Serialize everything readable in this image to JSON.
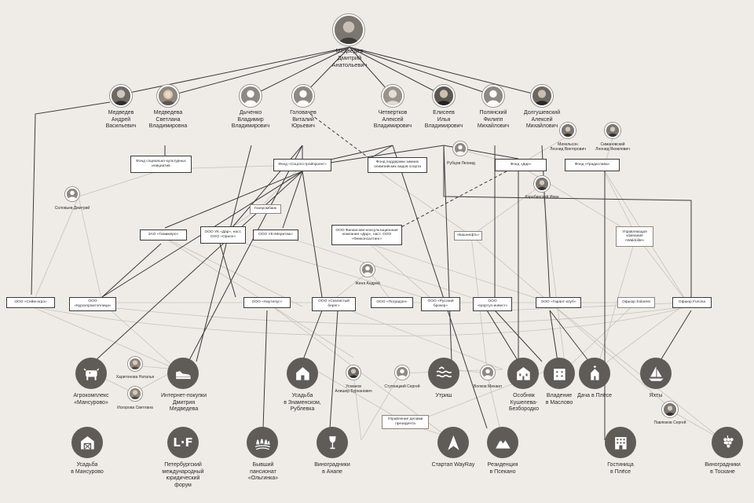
{
  "people": {
    "medvedev_da": "Медведев\nДмитрий\nАнатольевич",
    "medvedev_av": "Медведев\nАндрей\nВасильевич",
    "medvedeva_sv": "Медведева\nСветлана\nВладимировна",
    "dychenko": "Дыченко\nВладимир\nВладимирович",
    "golovachev": "Головачев\nВиталий\nЮрьевич",
    "chetverkov": "Четвертков\nАлексей\nВладимирович",
    "eliseev": "Елисеев\nИлья\nВладимирович",
    "polyansky": "Полянский\nФилипп\nМихайлович",
    "dolgushevsky": "Долгушевский\nАлексей\nМихайлович",
    "mikelson": "Михельсон\nЛеонид Викторович",
    "simanovsky": "Симановский\nЛеонид Яковлевич",
    "rubtsov": "Рубцов Леонид",
    "karabinsky": "Карабинский Иван",
    "solovyev": "Соловьев Дмитрий",
    "zhenya": "Женя Андрей",
    "kharitonova": "Харитонова Наталья",
    "iskorova": "Искорова Светлана",
    "usmanov": "Усманов\nАлишер Бурханович",
    "stupnitsky": "Ступницкий Сергей",
    "volkov": "Волков Михаил",
    "pavlyukov": "Павлюков Сергей"
  },
  "orgs": {
    "fond_social": "Фонд социально-культурных\nинициатив",
    "fond_sotsgrostroyekt": "Фонд «Соцгосстройпроект»",
    "fond_olymp": "Фонд поддержки зимних\nолимпийских видов спорта",
    "fond_dar": "Фонд «Дар»",
    "fond_gradislava": "Фонд «Градислава»",
    "gazprombank": "Газпромбанк",
    "zao_gomimpro": "ЗАО «Гомимпро»",
    "ooo_uk_dar": "ООО УК «Дар», наст.\nООО «Орион»",
    "ooo_uk_meritazh": "ООО УК«Меритаж»",
    "ooo_finansovo": "ООО Финансово-консультационная\nкомпания «Дар», наст. ООО\n«Финконсалтинг»",
    "bashneft": "«Башнефть»",
    "uk_waldolite": "Управляющая\nкомпания\n«Waldolite»",
    "ooo_sein_agro": "ООО «Сейм-агро»",
    "ooo_kurskpromtorg": "ООО\n«Курскпромтоплица»",
    "ooo_nautilus": "ООО «Наутилус»",
    "ooo_skalisty": "ООО «Скалистый\nберег»",
    "ooo_pogradon": "ООО «Поградон»",
    "ooo_russky_broker": "ООО «Русский\nброкер»",
    "ooo_shortup": "ООО\n«Шортуп-инвест»",
    "ooo_garant": "ООО «Гарант-клуб»",
    "ofshor_solarest": "Офшор Solarest",
    "ofshor_furcina": "Офшор Furcina",
    "upravlenie": "Управление делами\nпрезидента"
  },
  "assets": {
    "agrokompleks": "Агрокомплекс\n«Мансурово»",
    "internet_pokupki": "Интернет-покупки\nДмитрия\nМедведева",
    "usadba_znamenskoe": "Усадьба\nв Знаменском,\nРублевка",
    "utrish": "Утриш",
    "osobnyak": "Особняк\nКушелева-\nБезбородко",
    "vladenie_maslovo": "Владение\nв Маслово",
    "dacha_plyose": "Дача в Плёсе",
    "yakhty": "Яхты",
    "usadba_mansurovo": "Усадьба\nв Мансурово",
    "peterburgsky_forum": "Петербургский\nмеждународный\nюридический\nфорум",
    "pansionat": "Бывший\nпансионат\n«Ольгинка»",
    "vinogradniki_anapa": "Виноградники\nв Анапе",
    "startap": "Стартап WayRay",
    "rezidentsiya": "Резиденция\nв Псекано",
    "gostinitsa": "Гостиница\nв Плёсе",
    "vinogradniki_toskana": "Виноградники\nв Тоскане"
  },
  "icons": {
    "agrokompleks": "cow-icon",
    "internet_pokupki": "sneaker-icon",
    "usadba_znamenskoe": "house-icon",
    "utrish": "waves-icon",
    "osobnyak": "mansion-icon",
    "vladenie_maslovo": "building-icon",
    "dacha_plyose": "chapel-icon",
    "yakhty": "sailboat-icon",
    "usadba_mansurovo": "barn-icon",
    "peterburgsky_forum": "lf-logo-icon",
    "pansionat": "trees-icon",
    "vinogradniki_anapa": "wineglass-icon",
    "startap": "arrow-road-icon",
    "rezidentsiya": "mountains-icon",
    "gostinitsa": "hotel-icon",
    "vinogradniki_toskana": "grapes-icon",
    "logo_text": "L·F"
  },
  "colors": {
    "background": "#efebe7",
    "main_link": "#3b3b3b",
    "secondary_link": "#c4bdb7",
    "asset_fill": "#5f5b57",
    "person_fill": "#8a8580"
  }
}
